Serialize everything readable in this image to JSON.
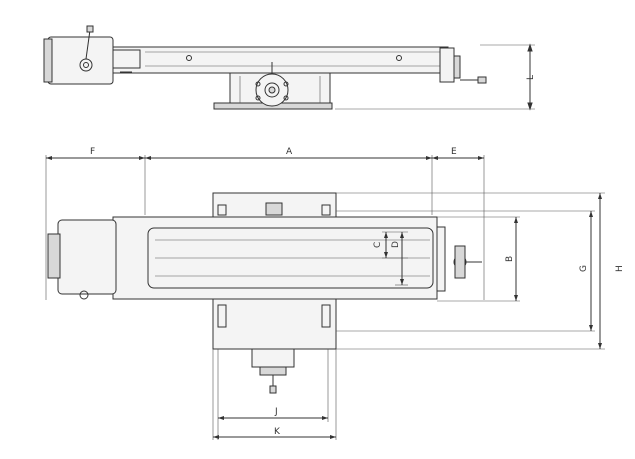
{
  "dimensions": {
    "F": "F",
    "A": "A",
    "E": "E",
    "C": "C",
    "D": "D",
    "B": "B",
    "G": "G",
    "H": "H",
    "J": "J",
    "K": "K",
    "L": "L"
  }
}
